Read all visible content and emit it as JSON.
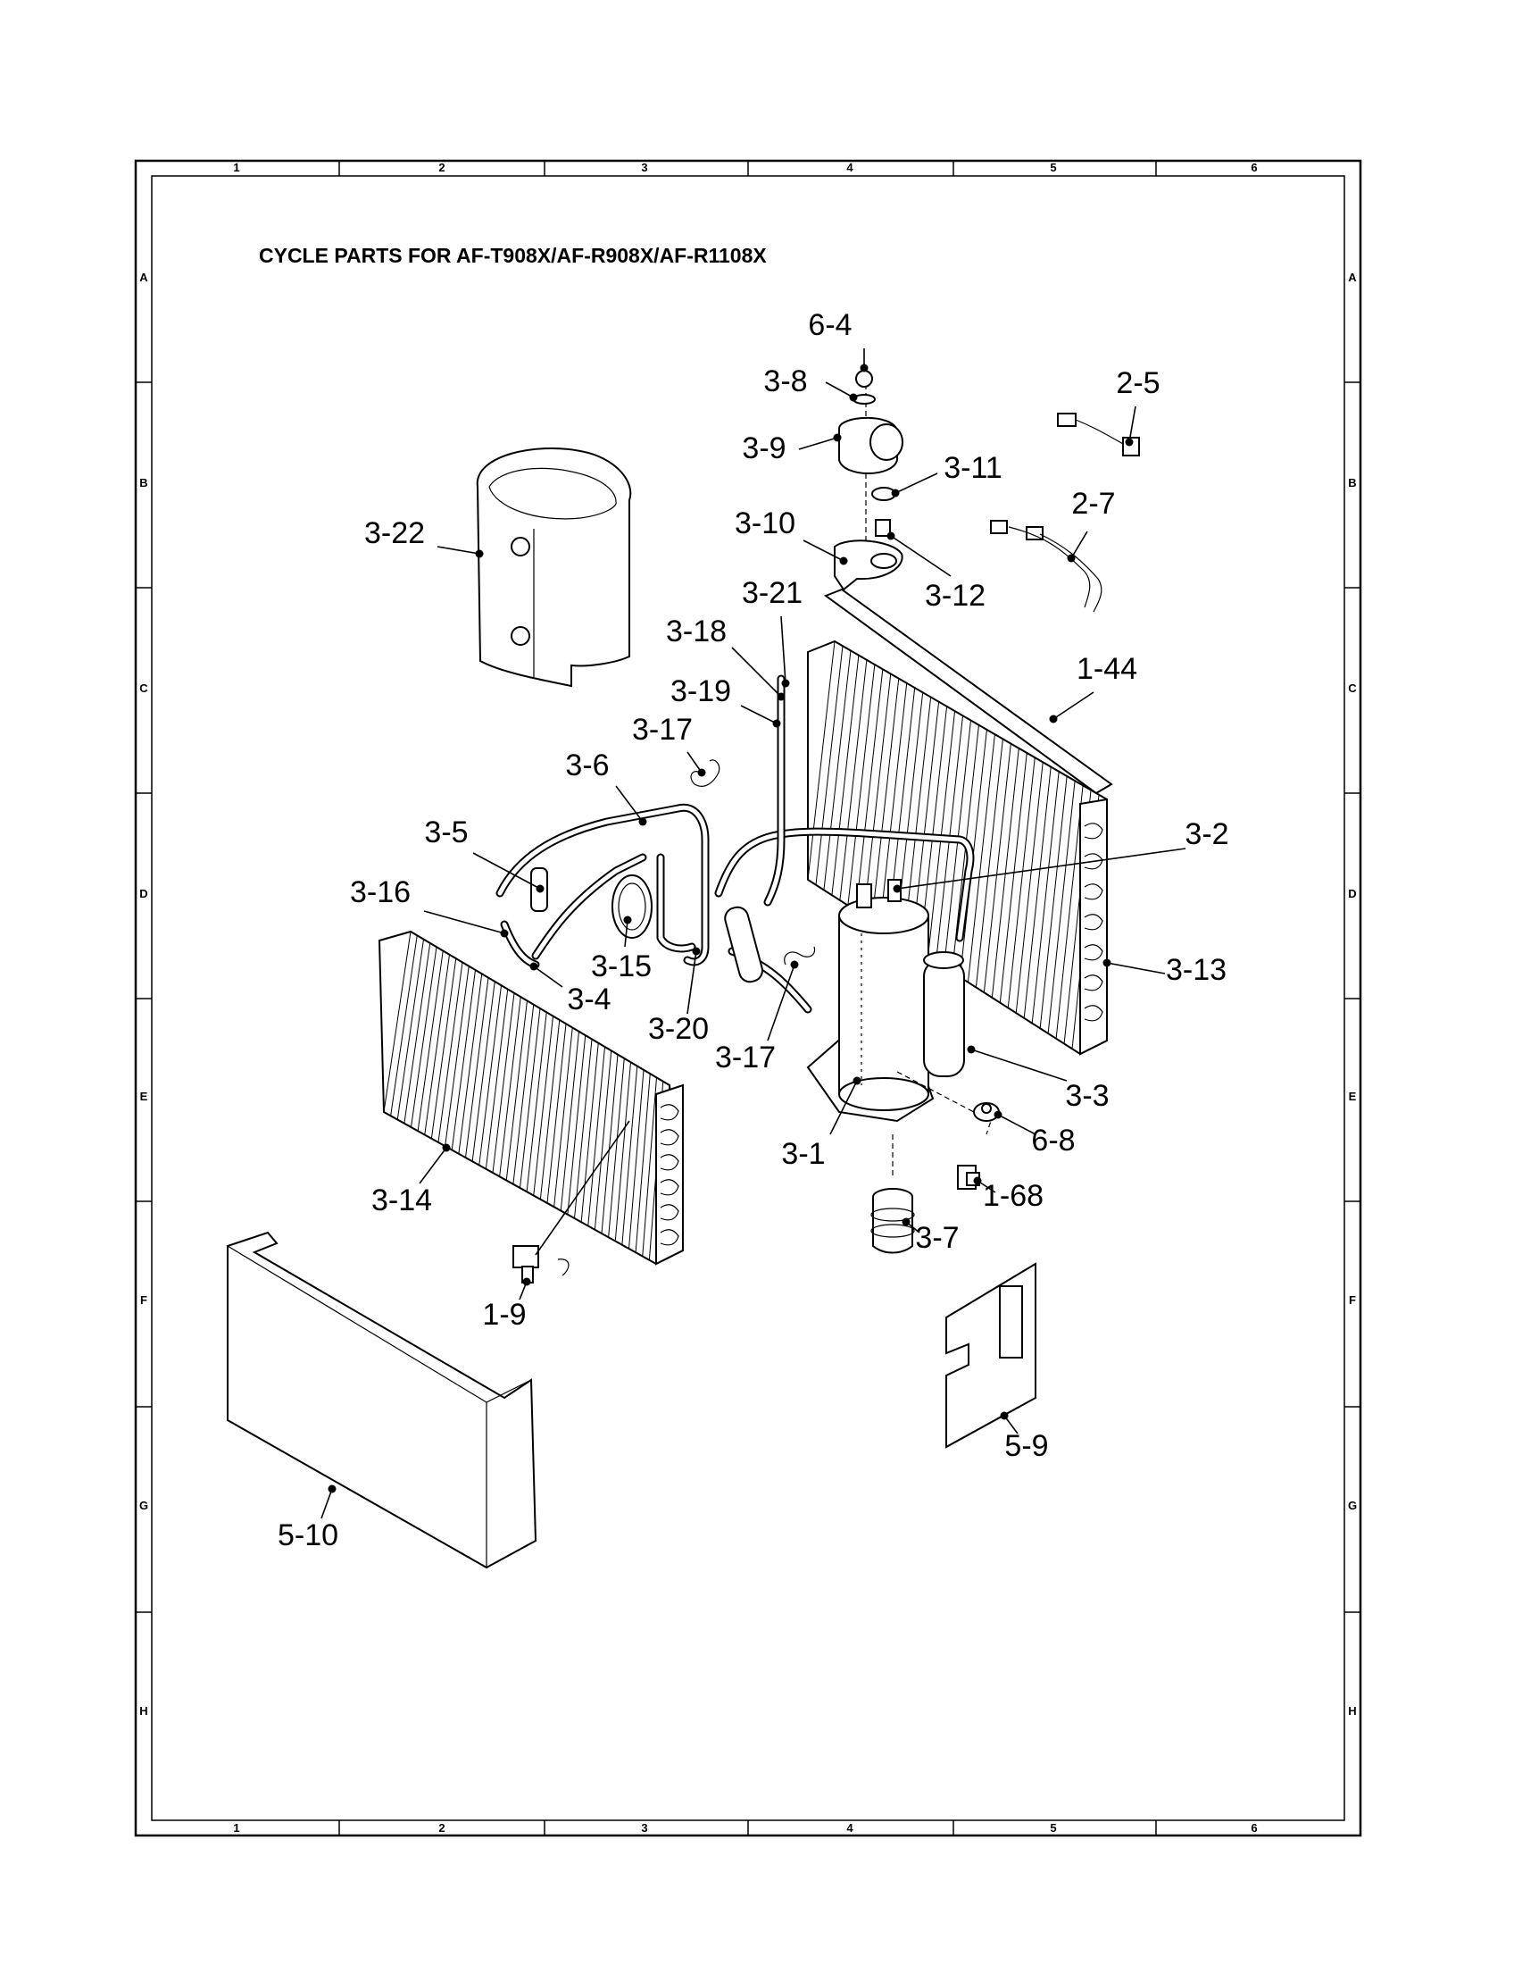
{
  "title": "CYCLE PARTS FOR AF-T908X/AF-R908X/AF-R1108X",
  "grid": {
    "columns": [
      "1",
      "2",
      "3",
      "4",
      "5",
      "6"
    ],
    "rows": [
      "A",
      "B",
      "C",
      "D",
      "E",
      "F",
      "G",
      "H"
    ]
  },
  "callouts": [
    {
      "id": "6-4",
      "label": "6-4"
    },
    {
      "id": "3-8",
      "label": "3-8"
    },
    {
      "id": "2-5",
      "label": "2-5"
    },
    {
      "id": "3-9",
      "label": "3-9"
    },
    {
      "id": "3-11",
      "label": "3-11"
    },
    {
      "id": "2-7",
      "label": "2-7"
    },
    {
      "id": "3-22",
      "label": "3-22"
    },
    {
      "id": "3-10",
      "label": "3-10"
    },
    {
      "id": "3-12",
      "label": "3-12"
    },
    {
      "id": "3-21",
      "label": "3-21"
    },
    {
      "id": "3-18",
      "label": "3-18"
    },
    {
      "id": "1-44",
      "label": "1-44"
    },
    {
      "id": "3-19",
      "label": "3-19"
    },
    {
      "id": "3-17a",
      "label": "3-17"
    },
    {
      "id": "3-6",
      "label": "3-6"
    },
    {
      "id": "3-5",
      "label": "3-5"
    },
    {
      "id": "3-2",
      "label": "3-2"
    },
    {
      "id": "3-16",
      "label": "3-16"
    },
    {
      "id": "3-15",
      "label": "3-15"
    },
    {
      "id": "3-13",
      "label": "3-13"
    },
    {
      "id": "3-4",
      "label": "3-4"
    },
    {
      "id": "3-20",
      "label": "3-20"
    },
    {
      "id": "3-17b",
      "label": "3-17"
    },
    {
      "id": "3-3",
      "label": "3-3"
    },
    {
      "id": "6-8",
      "label": "6-8"
    },
    {
      "id": "3-1",
      "label": "3-1"
    },
    {
      "id": "3-14",
      "label": "3-14"
    },
    {
      "id": "1-68",
      "label": "1-68"
    },
    {
      "id": "3-7",
      "label": "3-7"
    },
    {
      "id": "1-9",
      "label": "1-9"
    },
    {
      "id": "5-9",
      "label": "5-9"
    },
    {
      "id": "5-10",
      "label": "5-10"
    }
  ]
}
